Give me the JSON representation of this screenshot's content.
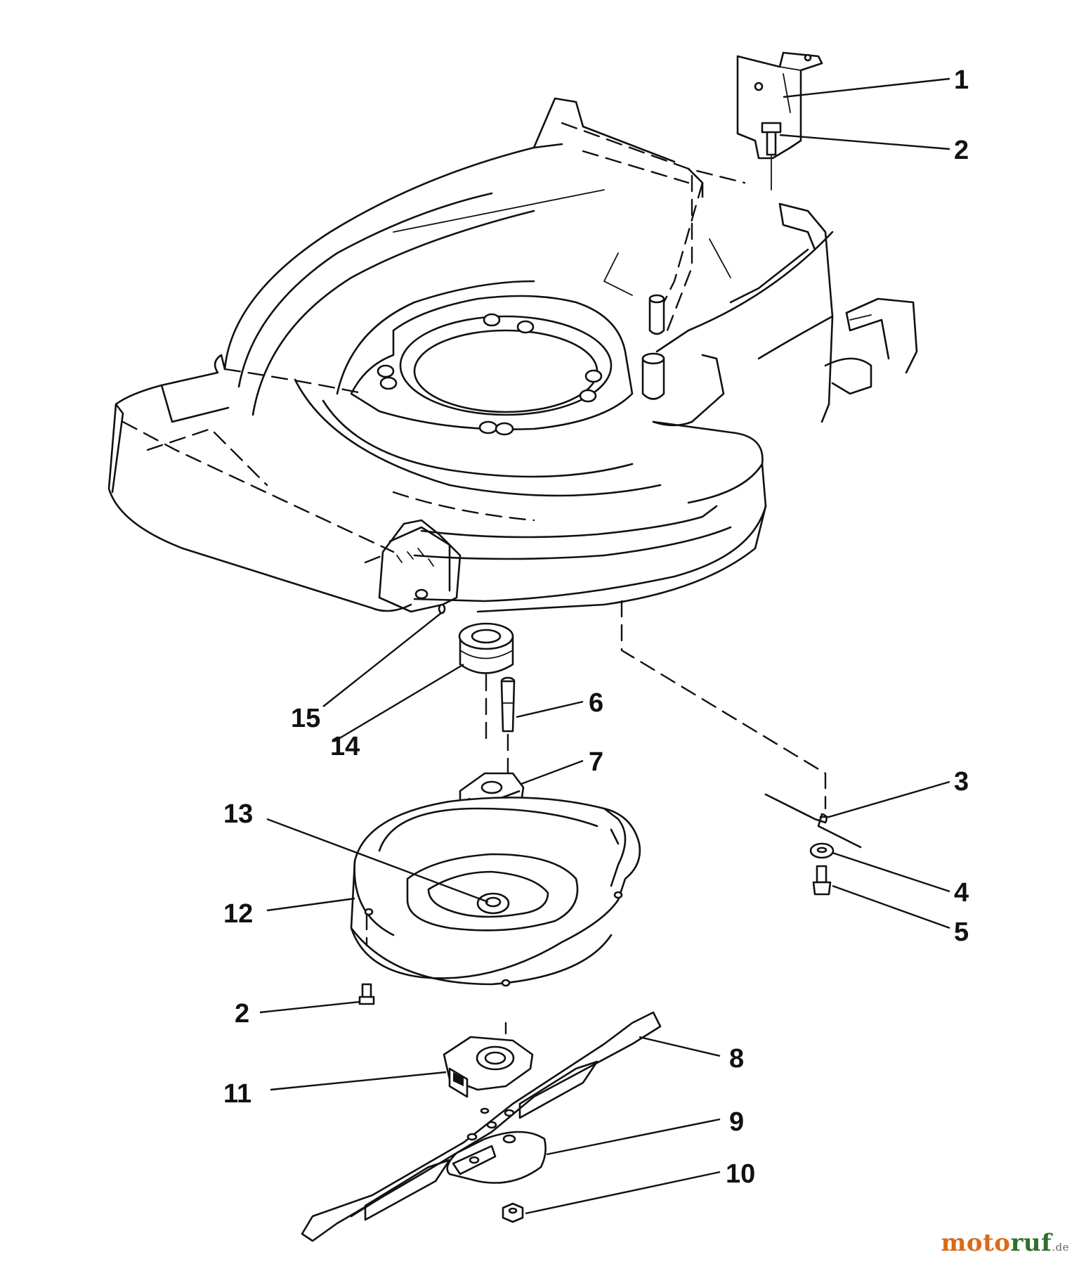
{
  "diagram": {
    "callouts": [
      {
        "id": "c1",
        "label": "1"
      },
      {
        "id": "c2a",
        "label": "2"
      },
      {
        "id": "c3",
        "label": "3"
      },
      {
        "id": "c4",
        "label": "4"
      },
      {
        "id": "c5",
        "label": "5"
      },
      {
        "id": "c6",
        "label": "6"
      },
      {
        "id": "c7",
        "label": "7"
      },
      {
        "id": "c8",
        "label": "8"
      },
      {
        "id": "c9",
        "label": "9"
      },
      {
        "id": "c10",
        "label": "10"
      },
      {
        "id": "c11",
        "label": "11"
      },
      {
        "id": "c12",
        "label": "12"
      },
      {
        "id": "c13",
        "label": "13"
      },
      {
        "id": "c14",
        "label": "14"
      },
      {
        "id": "c15",
        "label": "15"
      },
      {
        "id": "c2b",
        "label": "2"
      }
    ]
  },
  "watermark": {
    "part1": "moto",
    "part2": "ruf",
    "part3": ".de"
  }
}
